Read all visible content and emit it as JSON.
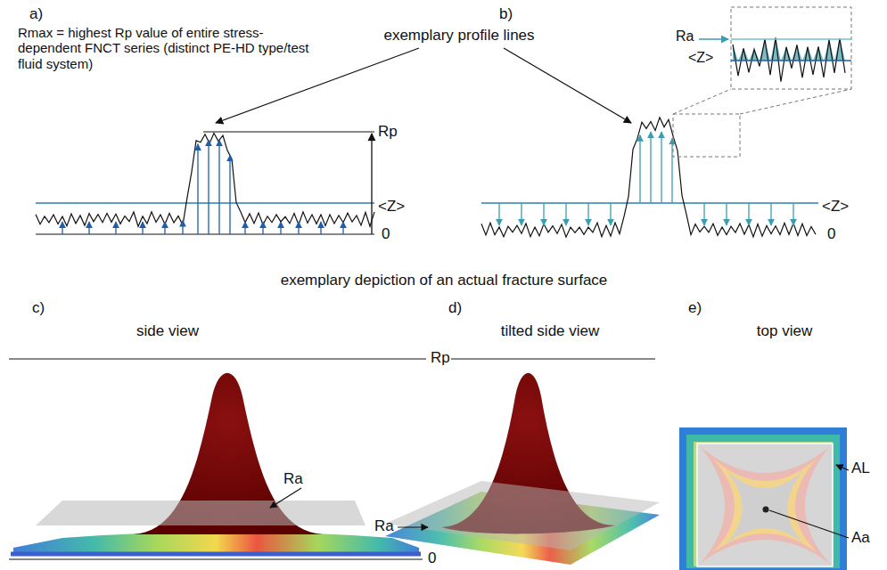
{
  "diagram": {
    "labels": [
      "a)",
      "Rmax = highest Rp value of entire stress-dependent FNCT series (distinct PE-HD type/test fluid system)",
      "b)",
      "exemplary profile lines",
      "Rp",
      "<Z>",
      "0",
      "Ra",
      "<Z>",
      "<Z>",
      "0",
      "exemplary depiction of an actual fracture surface",
      "c)",
      "side view",
      "d)",
      "tilted side view",
      "e)",
      "top view",
      "Rp",
      "Ra",
      "0",
      "Ra",
      "AL",
      "Aa"
    ]
  }
}
